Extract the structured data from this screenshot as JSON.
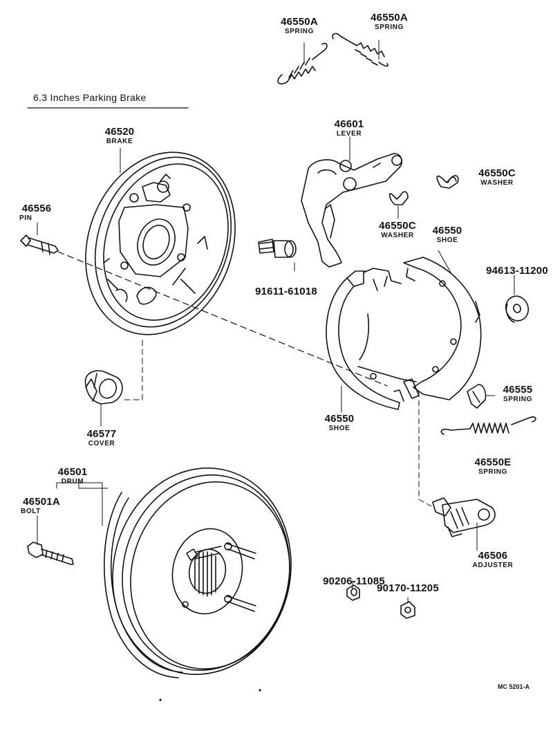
{
  "title": "6.3 Inches Parking Brake",
  "drawing_code": "MC 5201-A",
  "parts": [
    {
      "id": "spring_left",
      "number": "46550A",
      "name": "SPRING"
    },
    {
      "id": "spring_right",
      "number": "46550A",
      "name": "SPRING"
    },
    {
      "id": "brake",
      "number": "46520",
      "name": "BRAKE"
    },
    {
      "id": "lever",
      "number": "46601",
      "name": "LEVER"
    },
    {
      "id": "washer_right",
      "number": "46550C",
      "name": "WASHER"
    },
    {
      "id": "pin",
      "number": "46556",
      "name": "PIN"
    },
    {
      "id": "washer_mid",
      "number": "46550C",
      "name": "WASHER"
    },
    {
      "id": "shoe_top",
      "number": "46550",
      "name": "SHOE"
    },
    {
      "id": "bolt_91611",
      "number": "91611-61018",
      "name": ""
    },
    {
      "id": "washer_94613",
      "number": "94613-11200",
      "name": ""
    },
    {
      "id": "cover",
      "number": "46577",
      "name": "COVER"
    },
    {
      "id": "shoe_bottom",
      "number": "46550",
      "name": "SHOE"
    },
    {
      "id": "spring_46555",
      "number": "46555",
      "name": "SPRING"
    },
    {
      "id": "spring_46550e",
      "number": "46550E",
      "name": "SPRING"
    },
    {
      "id": "drum",
      "number": "46501",
      "name": "DRUM"
    },
    {
      "id": "bolt",
      "number": "46501A",
      "name": "BOLT"
    },
    {
      "id": "adjuster",
      "number": "46506",
      "name": "ADJUSTER"
    },
    {
      "id": "part_90206",
      "number": "90206-11085",
      "name": ""
    },
    {
      "id": "part_90170",
      "number": "90170-11205",
      "name": ""
    }
  ]
}
